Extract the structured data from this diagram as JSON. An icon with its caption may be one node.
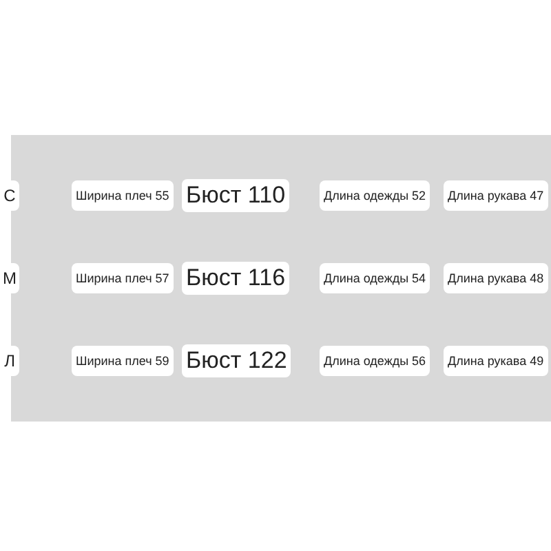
{
  "diagram": {
    "nodes": [
      {
        "text": [
          "С"
        ]
      },
      {
        "text": [
          "Ширина плеч 55"
        ]
      },
      {
        "text": [
          "Бюст 110"
        ]
      },
      {
        "text": [
          "Длина одежды 52"
        ]
      },
      {
        "text": [
          "Длина рукава 47"
        ]
      },
      {
        "text": [
          "М"
        ]
      },
      {
        "text": [
          "Ширина плеч 57"
        ]
      },
      {
        "text": [
          "Бюст 116"
        ]
      },
      {
        "text": [
          "Длина одежды 54"
        ]
      },
      {
        "text": [
          "Длина рукава 48"
        ]
      },
      {
        "text": [
          "Л"
        ]
      },
      {
        "text": [
          "Ширина плеч 59"
        ]
      },
      {
        "text": [
          "Бюст 122"
        ]
      },
      {
        "text": [
          "Длина одежды 56"
        ]
      },
      {
        "text": [
          "Длина рукава 49"
        ]
      }
    ]
  }
}
